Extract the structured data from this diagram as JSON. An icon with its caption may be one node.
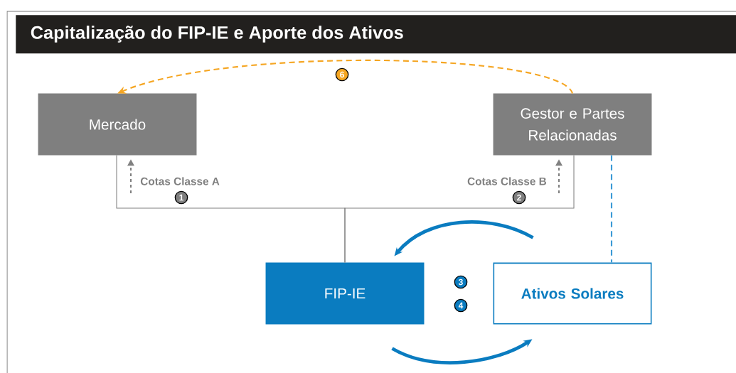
{
  "diagram": {
    "title": "Capitalização do FIP-IE e Aporte dos Ativos",
    "nodes": [
      {
        "text": [
          "Mercado"
        ]
      },
      {
        "text": [
          "Gestor e Partes Relacionadas"
        ]
      },
      {
        "text": [
          "FIP-IE"
        ]
      },
      {
        "text": [
          "Ativos Solares"
        ]
      }
    ],
    "edges": [
      {
        "from": 1,
        "to": 0,
        "arrow": "to",
        "style": "dashed",
        "color": "#f5a623",
        "label": "6"
      },
      {
        "from": 2,
        "to": 0,
        "arrow": "none"
      },
      {
        "from": 2,
        "to": 1,
        "arrow": "none"
      },
      {
        "from": 1,
        "to": 3,
        "arrow": "none",
        "style": "dashed",
        "color": "#3b9ad6"
      },
      {
        "from": 3,
        "to": 2,
        "arrow": "to",
        "style": "thick",
        "color": "#0a7cc0"
      },
      {
        "from": 2,
        "to": 3,
        "arrow": "to",
        "style": "thick",
        "color": "#0a7cc0"
      }
    ],
    "labels": [
      "Cotas Classe A",
      "1",
      "Cotas Classe B",
      "2",
      "3",
      "4"
    ]
  }
}
